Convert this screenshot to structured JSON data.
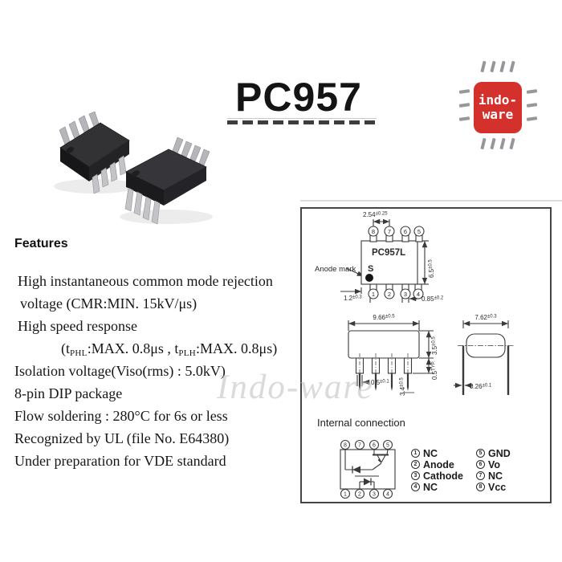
{
  "title": "PC957",
  "logo": {
    "line1": "indo-",
    "line2": "ware"
  },
  "watermark": "Indo-ware",
  "features": {
    "heading": "Features",
    "line1": "High instantaneous common mode rejection",
    "line2": "voltage (CMR:MIN. 15kV/μs)",
    "line3": "High speed response",
    "line4": {
      "p1": "(t",
      "s1": "PHL",
      "p2": ":MAX. 0.8μs , t",
      "s2": "PLH",
      "p3": ":MAX. 0.8μs)"
    },
    "line5": "Isolation voltage(Viso(rms) : 5.0kV)",
    "line6": "8-pin DIP package",
    "line7": "Flow soldering : 280°C for 6s or less",
    "line8": "Recognized by UL (file No. E64380)",
    "line9": "Under preparation for VDE standard"
  },
  "drawing": {
    "package_label": "PC957L",
    "maker_mark": "S",
    "anode_mark_label": "Anode mark",
    "top_pins": [
      "8",
      "7",
      "6",
      "5"
    ],
    "bottom_pins": [
      "1",
      "2",
      "3",
      "4"
    ],
    "dims": {
      "pitch": {
        "v": "2.54",
        "t": "±0.25"
      },
      "body_h": {
        "v": "6.5",
        "t": "±0.5"
      },
      "lead_off": {
        "v": "1.2",
        "t": "±0.3"
      },
      "pin_w": {
        "v": "0.85",
        "t": "±0.2"
      },
      "body_w": {
        "v": "9.66",
        "t": "±0.5"
      },
      "body_t": {
        "v": "3.5",
        "t": "±0.5"
      },
      "shoulder": {
        "v": "0.5",
        "t": "TYP."
      },
      "lead_w": {
        "v": "0.5",
        "t": "±0.1"
      },
      "lead_len": {
        "v": "3.4",
        "t": "±0.5"
      },
      "row_space": {
        "v": "7.62",
        "t": "±0.3"
      },
      "lead_t": {
        "v": "0.26",
        "t": "±0.1"
      }
    },
    "internal": {
      "heading": "Internal connection",
      "legend_left": [
        {
          "n": "1",
          "label": "NC"
        },
        {
          "n": "2",
          "label": "Anode"
        },
        {
          "n": "3",
          "label": "Cathode"
        },
        {
          "n": "4",
          "label": "NC"
        }
      ],
      "legend_right": [
        {
          "n": "5",
          "label": "GND"
        },
        {
          "n": "6",
          "label": "Vo"
        },
        {
          "n": "7",
          "label": "NC"
        },
        {
          "n": "8",
          "label": "Vcc"
        }
      ]
    }
  },
  "colors": {
    "accent_red": "#d4302c",
    "line": "#3a3a3a",
    "watermark": "#bdbdbd"
  }
}
